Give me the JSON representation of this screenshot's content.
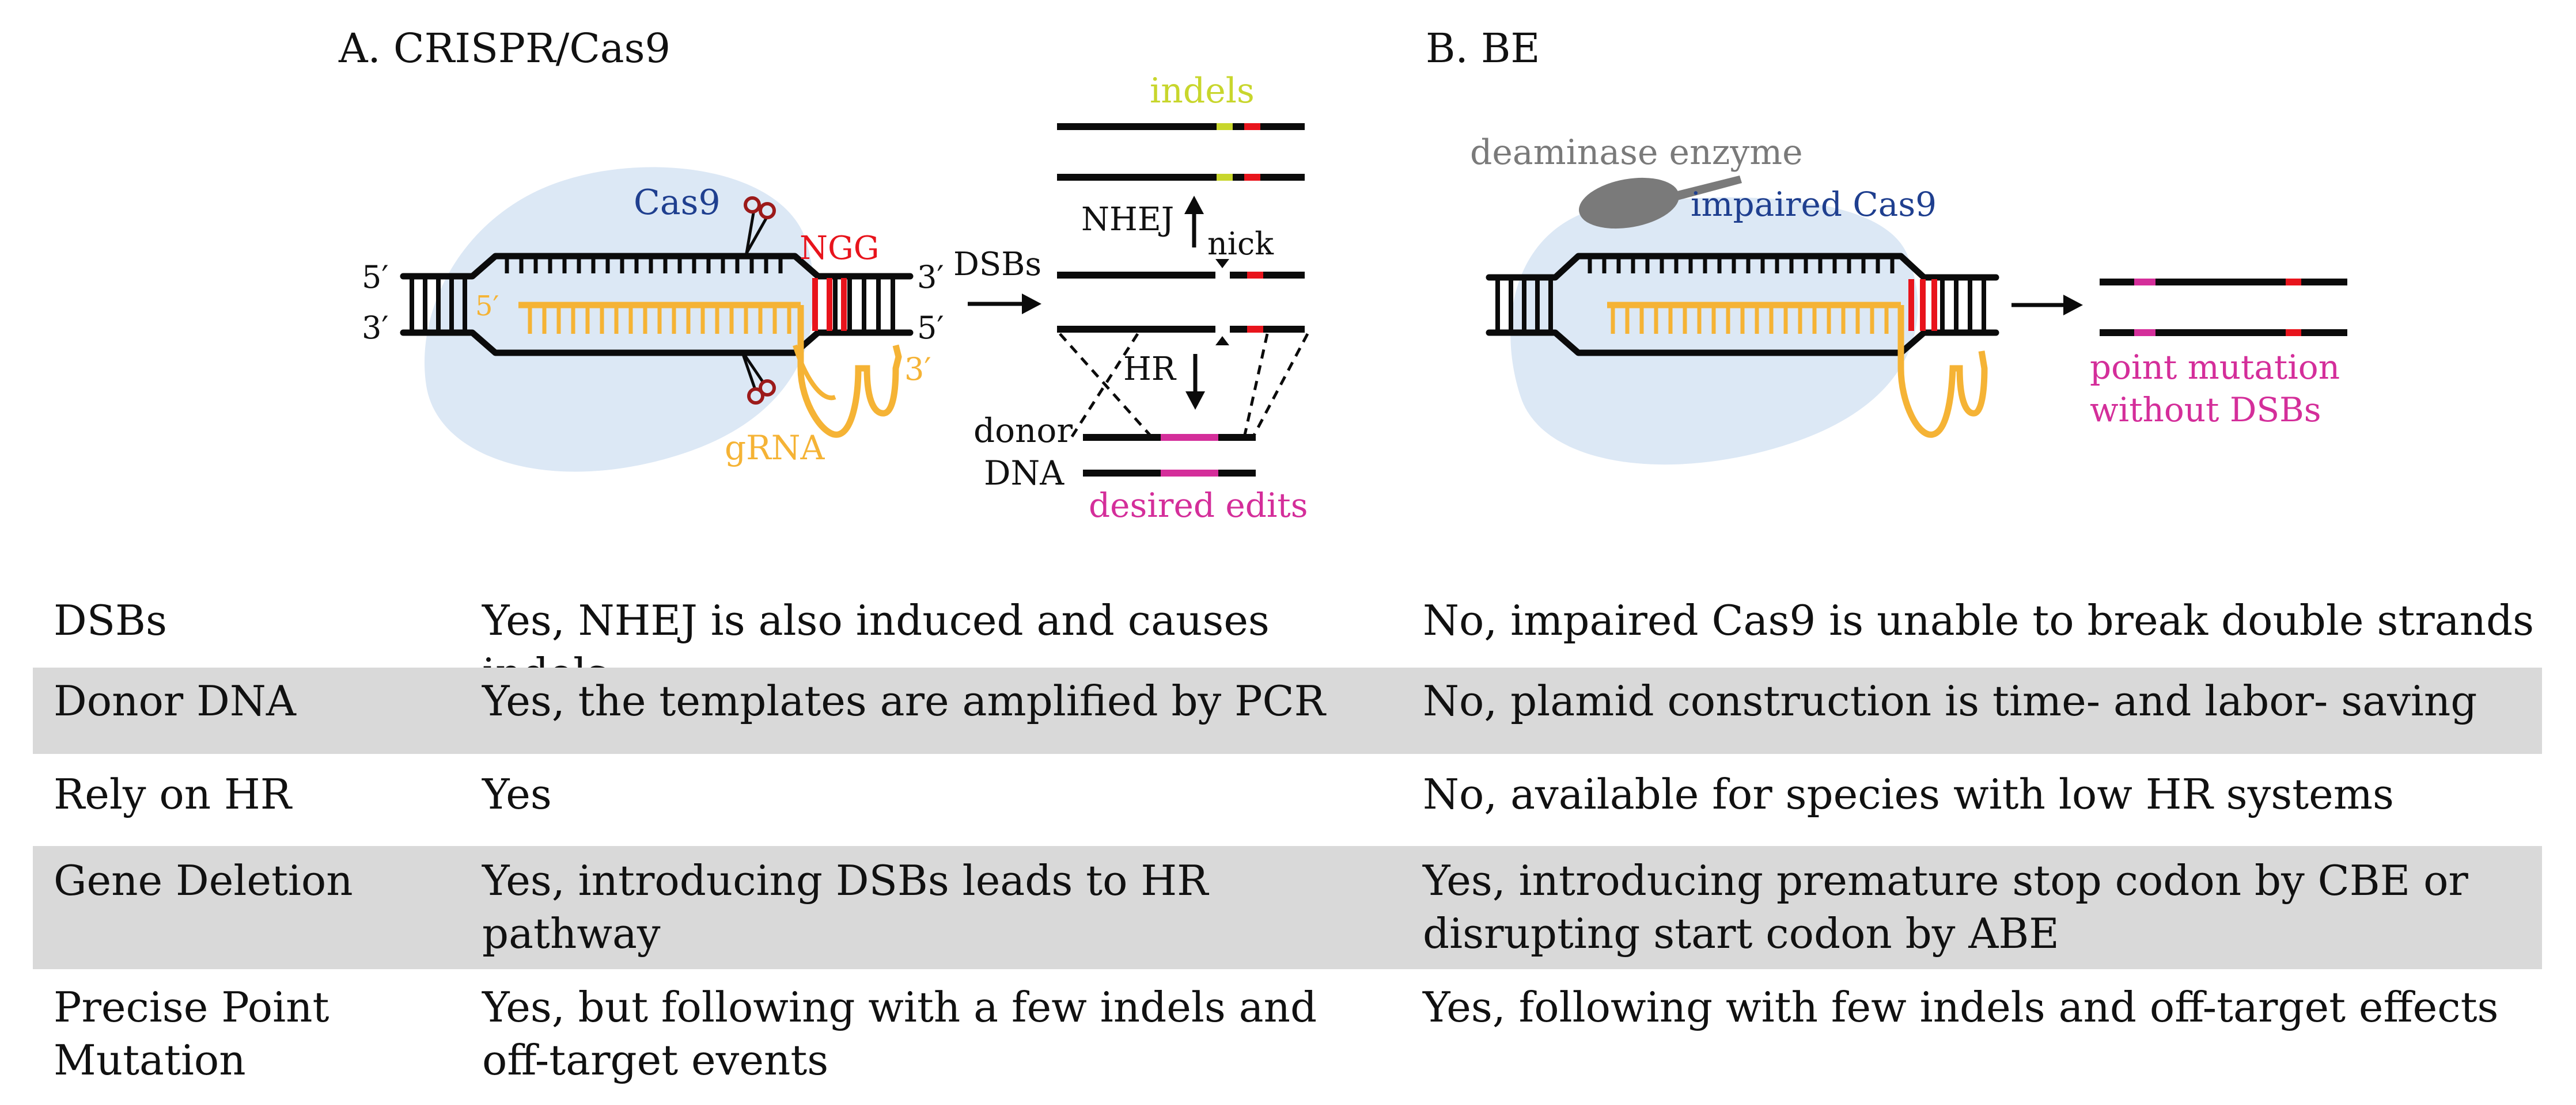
{
  "panel_a": {
    "title": "A. CRISPR/Cas9",
    "labels": {
      "cas9": "Cas9",
      "ngg": "NGG",
      "five_prime_top": "5′",
      "three_prime_bottom": "3′",
      "three_prime_top_right": "3′",
      "five_prime_bottom_right": "5′",
      "five_prime_grna": "5′",
      "three_prime_grna": "3′",
      "grna": "gRNA",
      "dsbs": "DSBs",
      "indels": "indels",
      "nhej": "NHEJ",
      "nick": "nick",
      "hr": "HR",
      "donor": "donor",
      "dna": "DNA",
      "desired_edits": "desired edits"
    }
  },
  "panel_b": {
    "title": "B. BE",
    "labels": {
      "deaminase": "deaminase enzyme",
      "impaired_cas9": "impaired Cas9",
      "point_mutation": "point mutation",
      "without_dsbs": "without DSBs"
    }
  },
  "colors": {
    "cas9_blob": "#dce8f5",
    "cas9_text": "#1f3f8f",
    "ngg": "#e8141c",
    "grna": "#f5b335",
    "indels": "#c8d62c",
    "desired_edits": "#d42e9a",
    "deaminase": "#7a7a7a",
    "scissors": "#9c1a1a",
    "row_shade": "#d9d9d9"
  },
  "table": {
    "rows": [
      {
        "label": "DSBs",
        "crispr": "Yes, NHEJ is also induced and causes indels",
        "be": "No, impaired Cas9 is unable to break double strands"
      },
      {
        "label": "Donor DNA",
        "crispr": "Yes, the templates are amplified by PCR",
        "be": "No, plamid construction is time- and labor- saving"
      },
      {
        "label": "Rely on HR",
        "crispr": "Yes",
        "be": "No, available for species with low HR systems"
      },
      {
        "label": "Gene Deletion",
        "crispr": "Yes, introducing DSBs leads to HR pathway",
        "be": "Yes, introducing premature stop codon by CBE or disrupting start codon by ABE"
      },
      {
        "label": "Precise Point Mutation",
        "crispr": "Yes, but following with a few indels and off-target events",
        "be": "Yes, following with few indels and off-target effects"
      }
    ]
  }
}
